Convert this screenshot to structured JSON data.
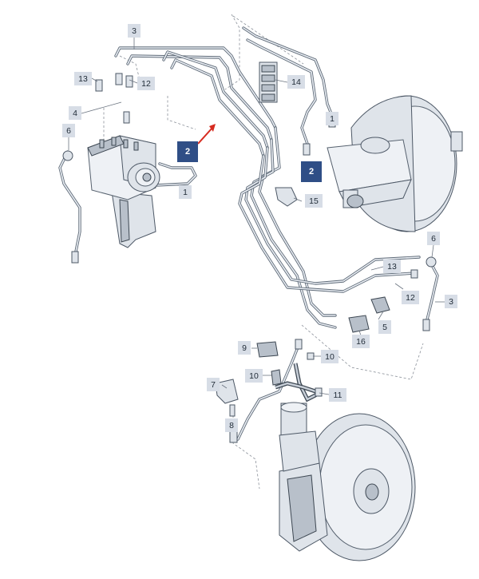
{
  "labels": {
    "l_3a": "3",
    "l_13a": "13",
    "l_12a": "12",
    "l_4": "4",
    "l_6a": "6",
    "l_2a": "2",
    "l_1a": "1",
    "l_14": "14",
    "l_1b": "1",
    "l_2b": "2",
    "l_15": "15",
    "l_6b": "6",
    "l_13b": "13",
    "l_12b": "12",
    "l_3b": "3",
    "l_5": "5",
    "l_16": "16",
    "l_9": "9",
    "l_10a": "10",
    "l_10b": "10",
    "l_7": "7",
    "l_11": "11",
    "l_8": "8"
  },
  "colors": {
    "label_bg": "#d7dde6",
    "highlight_bg": "#2f4e86",
    "pointer_arrow": "#d62b20"
  }
}
